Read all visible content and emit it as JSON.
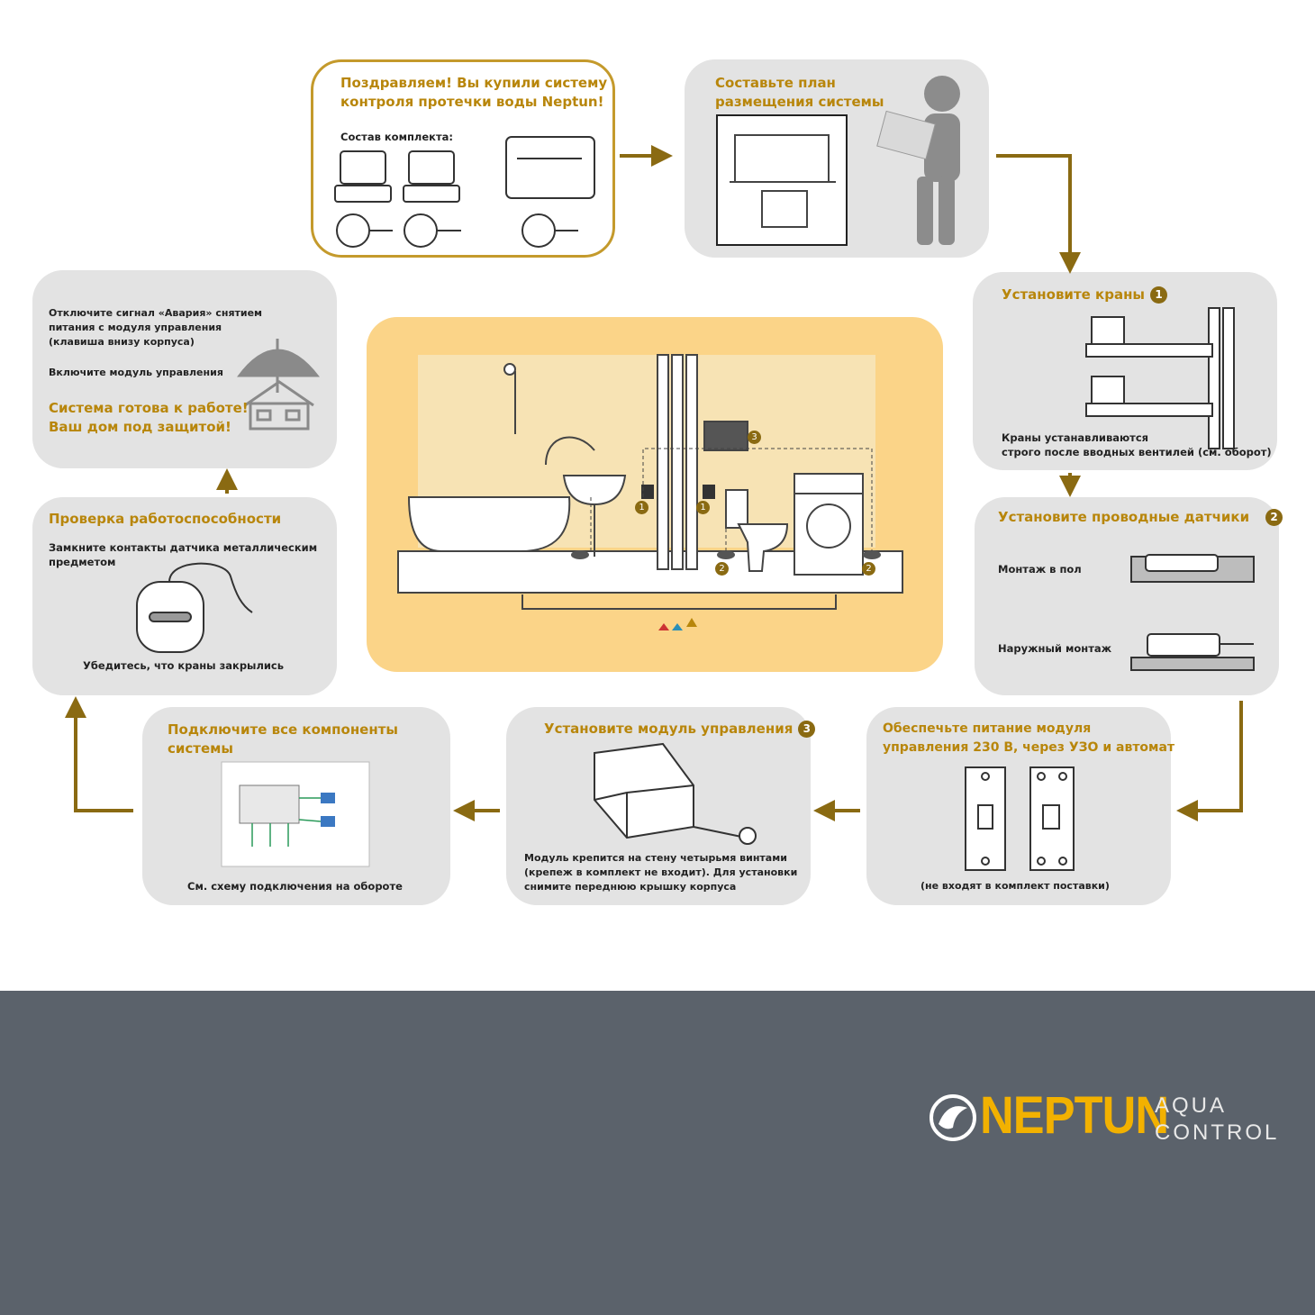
{
  "step1": {
    "title_line1": "Поздравляем! Вы купили систему",
    "title_line2": "контроля протечки воды Neptun!",
    "kit_label": "Состав комплекта:"
  },
  "step2": {
    "title_line1": "Составьте план",
    "title_line2": "размещения системы"
  },
  "step3": {
    "title": "Установите краны",
    "badge": "1",
    "note_line1": "Краны устанавливаются",
    "note_line2": "строго после вводных вентилей (см. оборот)"
  },
  "step4": {
    "title": "Установите проводные датчики",
    "badge": "2",
    "floor_label": "Монтаж в пол",
    "surface_label": "Наружный монтаж"
  },
  "step5": {
    "title_line1": "Обеспечьте питание модуля",
    "title_line2": "управления 230 В, через УЗО и автомат",
    "note": "(не входят в комплект поставки)"
  },
  "step6": {
    "title": "Установите модуль управления",
    "badge": "3",
    "note_line1": "Модуль крепится на стену четырьмя винтами",
    "note_line2": "(крепеж в комплект не входит). Для установки",
    "note_line3": "снимите переднюю крышку корпуса"
  },
  "step7": {
    "title_line1": "Подключите все компоненты",
    "title_line2": "системы",
    "note": "См. схему подключения на обороте"
  },
  "step8": {
    "title": "Проверка работоспособности",
    "instr_line1": "Замкните контакты датчика металлическим",
    "instr_line2": "предметом",
    "note": "Убедитесь, что краны закрылись"
  },
  "step9": {
    "line1": "Отключите сигнал «Авария» снятием",
    "line2": "питания с модуля управления",
    "line3": "(клавиша внизу корпуса)",
    "line4": "Включите модуль управления",
    "ready_line1": "Система готова к работе!",
    "ready_line2": "Ваш дом под защитой!"
  },
  "center": {
    "marker_valve": "1",
    "marker_sensor": "2",
    "marker_module": "3"
  },
  "brand": {
    "name": "NEPTUN",
    "sub1": "AQUA",
    "sub2": "CONTROL"
  },
  "colors": {
    "accent": "#b8860b",
    "card": "#e3e3e3",
    "center": "#fbd488",
    "footer": "#5b626b",
    "logo": "#f2b100"
  }
}
